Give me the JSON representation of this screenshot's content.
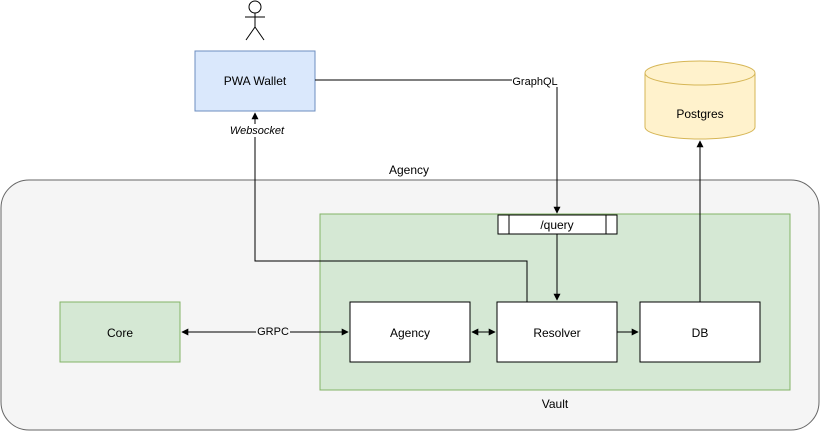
{
  "nodes": {
    "pwa_wallet": "PWA Wallet",
    "postgres": "Postgres",
    "agency_container": "Agency",
    "vault_container": "Vault",
    "query_endpoint": "/query",
    "core": "Core",
    "agency": "Agency",
    "resolver": "Resolver",
    "db": "DB"
  },
  "edges": {
    "graphql": "GraphQL",
    "websocket": "Websocket",
    "grpc": "GRPC"
  },
  "colors": {
    "wallet_fill": "#dae8fc",
    "wallet_stroke": "#6c8ebf",
    "postgres_fill": "#fff2cc",
    "postgres_stroke": "#d6b656",
    "green_fill": "#d5e8d4",
    "green_stroke": "#82b366",
    "container_fill": "#f5f5f5",
    "container_stroke": "#666666"
  }
}
